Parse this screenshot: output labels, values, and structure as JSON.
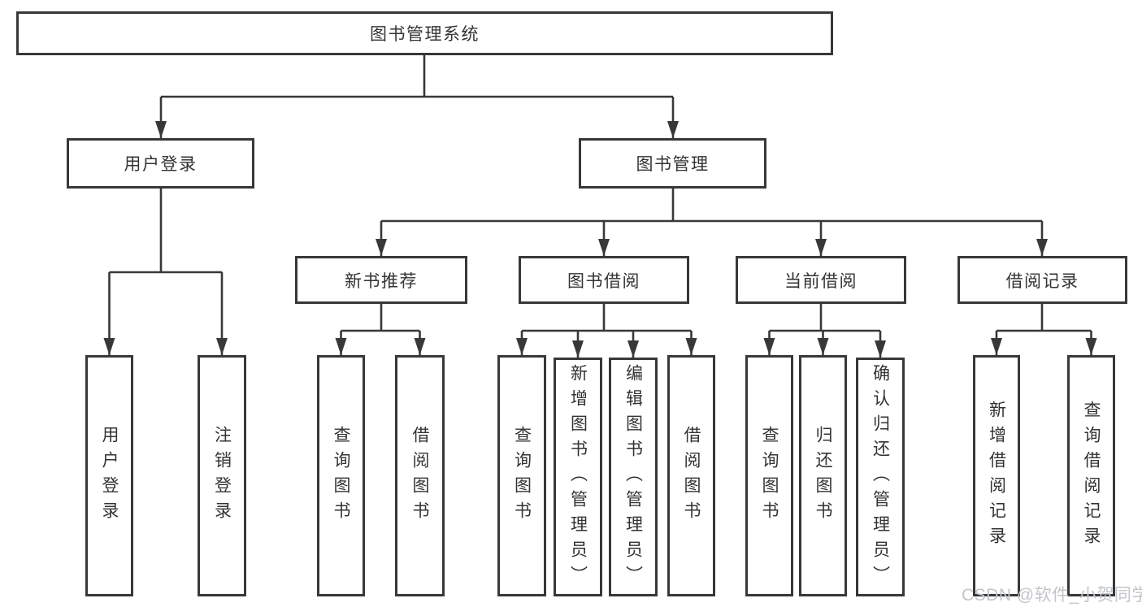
{
  "diagram": {
    "root_label": "图书管理系统",
    "user_login": {
      "label": "用户登录",
      "leaves": [
        "用户登录",
        "注销登录"
      ]
    },
    "book_mgmt": {
      "label": "图书管理",
      "groups": [
        {
          "label": "新书推荐",
          "leaves": [
            "查询图书",
            "借阅图书"
          ]
        },
        {
          "label": "图书借阅",
          "leaves": [
            "查询图书",
            "新增图书（管理员）",
            "编辑图书（管理员）",
            "借阅图书"
          ]
        },
        {
          "label": "当前借阅",
          "leaves": [
            "查询图书",
            "归还图书",
            "确认归还（管理员）"
          ]
        },
        {
          "label": "借阅记录",
          "leaves": [
            "新增借阅记录",
            "查询借阅记录"
          ]
        }
      ]
    }
  },
  "watermark": "CSDN @软件_小贺同学",
  "colors": {
    "line": "#383838",
    "text": "#333333",
    "watermark": "#c2c6ca",
    "background": "#ffffff"
  }
}
